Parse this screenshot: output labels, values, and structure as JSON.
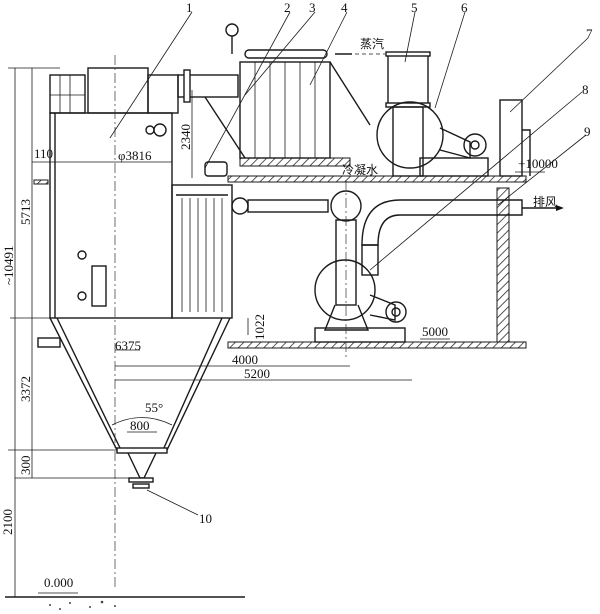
{
  "title": "喷雾干燥塔布置图",
  "part_labels": [
    "1",
    "2",
    "3",
    "4",
    "5",
    "6",
    "7",
    "8",
    "9",
    "10"
  ],
  "annotations": {
    "steam": "蒸汽",
    "condensate": "冷凝水",
    "exhaust": "排风"
  },
  "elevations": {
    "upper_floor": "+10000",
    "lower_floor": "5000",
    "ground": "0.000"
  },
  "dimensions": {
    "total_height": "~10491",
    "upper_height": "5713",
    "cone_height": "3372",
    "outlet_height": "300",
    "ground_clearance": "2100",
    "wall_gap": "110",
    "diameter": "φ3816",
    "duct_height": "2340",
    "filter_bottom": "1022",
    "offset": "6375",
    "fan_distance": "4000",
    "wall_distance": "5200",
    "cone_angle": "55°",
    "outlet_width": "800"
  }
}
